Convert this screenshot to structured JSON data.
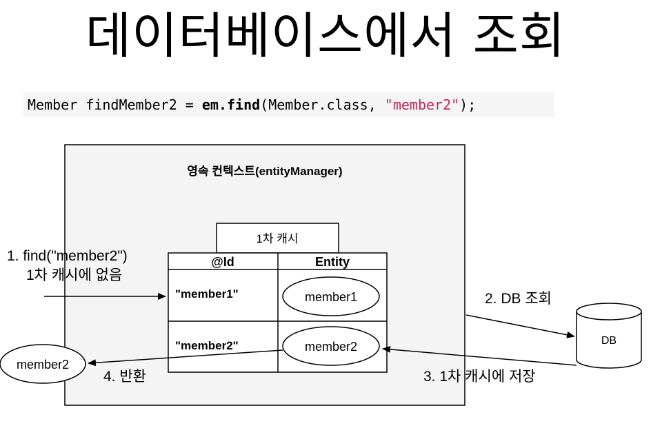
{
  "title": "데이터베이스에서 조회",
  "code": {
    "part1": "Member findMember2 = ",
    "call": "em.find",
    "part2": "(Member.class, ",
    "arg": "\"member2\"",
    "part3": ");"
  },
  "diagram": {
    "context_title": "영속 컨텍스트(entityManager)",
    "cache_label": "1차 캐시",
    "col_id": "@Id",
    "col_entity": "Entity",
    "rows": [
      {
        "id": "\"member1\"",
        "entity": "member1"
      },
      {
        "id": "\"member2\"",
        "entity": "member2"
      }
    ],
    "step1_line1": "1. find(\"member2\")",
    "step1_line2": "1차 캐시에 없음",
    "step2": "2. DB 조회",
    "step3": "3. 1차 캐시에 저장",
    "step4": "4. 반환",
    "db_label": "DB",
    "returned": "member2"
  }
}
